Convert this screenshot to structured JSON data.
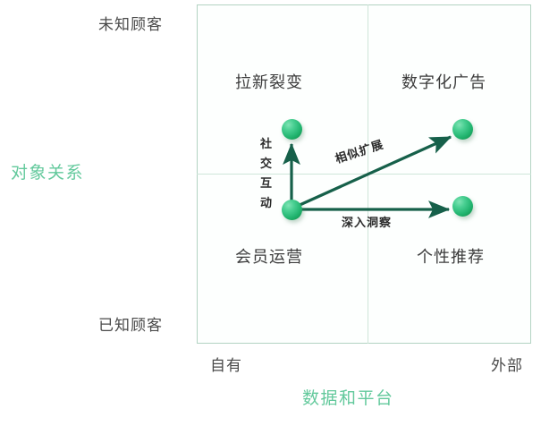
{
  "chart_data": {
    "type": "scatter",
    "title": "",
    "xlabel": "数据和平台",
    "ylabel": "对象关系",
    "x_ticks": [
      "自有",
      "外部"
    ],
    "y_ticks": [
      "已知顾客",
      "未知顾客"
    ],
    "grid": true,
    "quadrants": [
      {
        "id": "top-left",
        "label": "拉新裂变"
      },
      {
        "id": "top-right",
        "label": "数字化广告"
      },
      {
        "id": "bottom-left",
        "label": "会员运营"
      },
      {
        "id": "bottom-right",
        "label": "个性推荐"
      }
    ],
    "points": [
      {
        "id": "origin",
        "quadrant": "bottom-left",
        "x": 0.28,
        "y": 0.4
      },
      {
        "id": "top-left",
        "quadrant": "top-left",
        "x": 0.28,
        "y": 0.63
      },
      {
        "id": "top-right",
        "quadrant": "top-right",
        "x": 0.79,
        "y": 0.63
      },
      {
        "id": "bottom-right",
        "quadrant": "bottom-right",
        "x": 0.79,
        "y": 0.41
      }
    ],
    "arrows": [
      {
        "id": "vertical",
        "from": "origin",
        "to": "top-left",
        "label": "社交互动"
      },
      {
        "id": "diagonal",
        "from": "origin",
        "to": "top-right",
        "label": "相似扩展"
      },
      {
        "id": "horizontal",
        "from": "origin",
        "to": "bottom-right",
        "label": "深入洞察"
      }
    ],
    "colors": {
      "axis_title": "#63c99c",
      "frame": "#b3d3c3",
      "gridline": "#cfe5d9",
      "arrow": "#16604a",
      "marker": "#21b46f",
      "quadrant_text": "#3c3c3c",
      "tick_text": "#4a4a4a",
      "background": "#ffffff"
    }
  },
  "axes": {
    "y_title": "对象关系",
    "x_title": "数据和平台",
    "y_top_tick": "未知顾客",
    "y_bottom_tick": "已知顾客",
    "x_left_tick": "自有",
    "x_right_tick": "外部"
  },
  "quadrants": {
    "top_left": "拉新裂变",
    "top_right": "数字化广告",
    "bottom_left": "会员运营",
    "bottom_right": "个性推荐"
  },
  "arrows": {
    "vertical_label": "社交互动",
    "diagonal_label": "相似扩展",
    "horizontal_label": "深入洞察"
  }
}
